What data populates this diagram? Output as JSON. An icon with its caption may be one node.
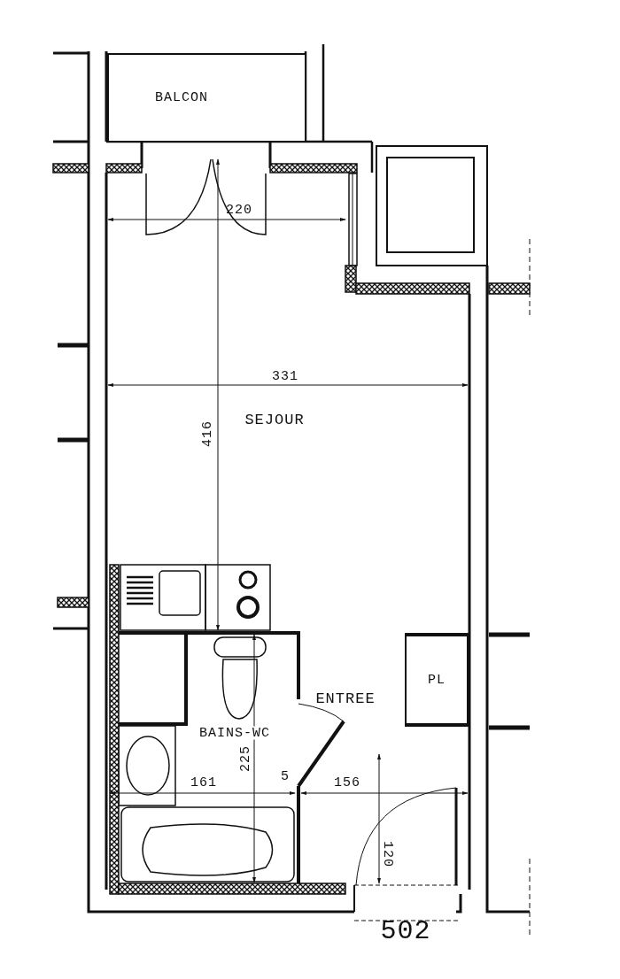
{
  "diagram": {
    "nodes": [
      {
        "text": [
          "BALCON"
        ]
      },
      {
        "text": [
          "PL"
        ]
      }
    ],
    "labels": [
      "220",
      "331",
      "SEJOUR",
      "416",
      "ENTREE",
      "BAINS-WC",
      "225",
      "161",
      "5",
      "156",
      "120",
      "502"
    ]
  }
}
